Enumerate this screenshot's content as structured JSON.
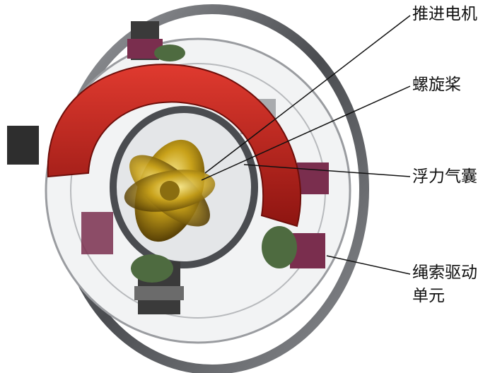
{
  "labels": {
    "motor": "推进电机",
    "propeller": "螺旋桨",
    "airbag": "浮力气囊",
    "cable_drive_line1": "绳索驱动",
    "cable_drive_line2": "单元"
  },
  "colors": {
    "airbag": "#c8231c",
    "propeller": "#c9a21a",
    "frame": "#6d6f73",
    "bracket": "#7a2e4e",
    "motor": "#3a3a3a"
  }
}
